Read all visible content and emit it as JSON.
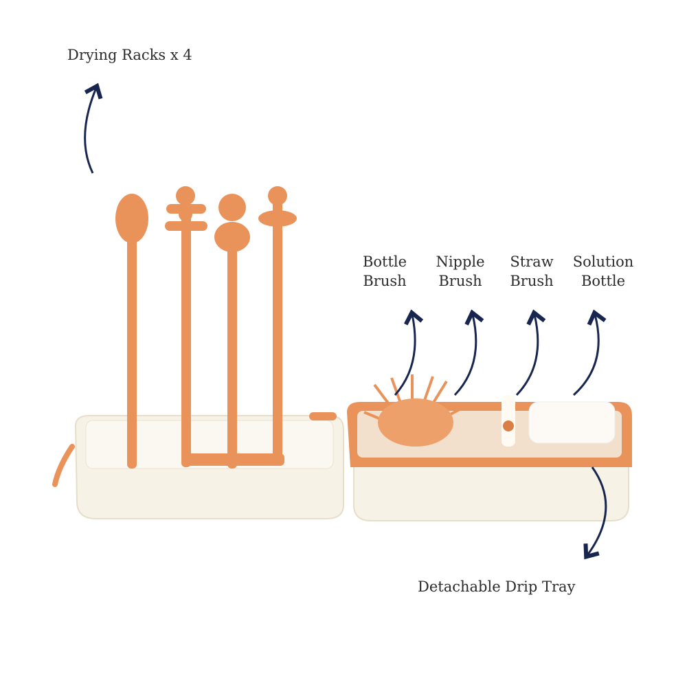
{
  "labels": {
    "drying_racks": "Drying Racks x 4",
    "bottle_brush": [
      "Bottle",
      "Brush"
    ],
    "nipple_brush": [
      "Nipple",
      "Brush"
    ],
    "straw_brush": [
      "Straw",
      "Brush"
    ],
    "solution_bottle": [
      "Solution",
      "Bottle"
    ],
    "drip_tray": "Detachable Drip Tray"
  },
  "colors": {
    "arrow": "#17254f",
    "orange": "#e9935a",
    "cream": "#f7f2e6"
  }
}
